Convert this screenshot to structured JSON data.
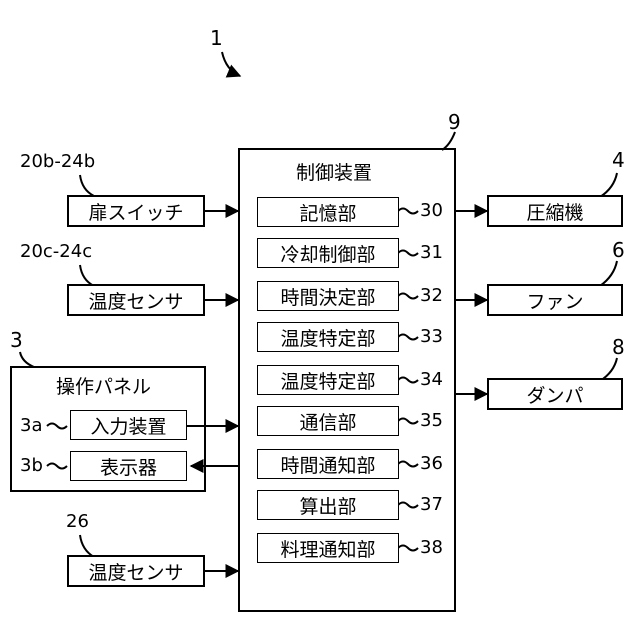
{
  "diagram": {
    "system_ref": "1",
    "controller": {
      "ref": "9",
      "title": "制御装置",
      "units": [
        {
          "label": "記憶部",
          "ref": "30"
        },
        {
          "label": "冷却制御部",
          "ref": "31"
        },
        {
          "label": "時間決定部",
          "ref": "32"
        },
        {
          "label": "温度特定部",
          "ref": "33"
        },
        {
          "label": "温度特定部",
          "ref": "34"
        },
        {
          "label": "通信部",
          "ref": "35"
        },
        {
          "label": "時間通知部",
          "ref": "36"
        },
        {
          "label": "算出部",
          "ref": "37"
        },
        {
          "label": "料理通知部",
          "ref": "38"
        }
      ]
    },
    "inputs": {
      "door_switch": {
        "label": "扉スイッチ",
        "ref": "20b-24b"
      },
      "temp_sensor_c": {
        "label": "温度センサ",
        "ref": "20c-24c"
      },
      "temp_sensor_26": {
        "label": "温度センサ",
        "ref": "26"
      }
    },
    "panel": {
      "ref": "3",
      "title": "操作パネル",
      "input_device": {
        "label": "入力装置",
        "ref": "3a"
      },
      "display": {
        "label": "表示器",
        "ref": "3b"
      }
    },
    "outputs": {
      "compressor": {
        "label": "圧縮機",
        "ref": "4"
      },
      "fan": {
        "label": "ファン",
        "ref": "6"
      },
      "damper": {
        "label": "ダンパ",
        "ref": "8"
      }
    }
  }
}
